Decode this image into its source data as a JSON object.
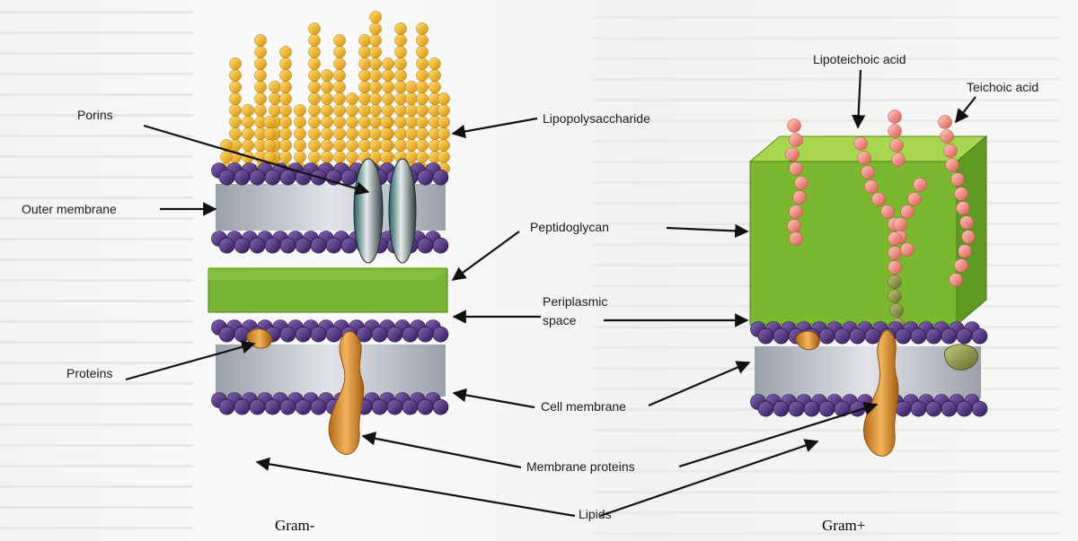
{
  "labels": {
    "porins": "Porins",
    "outer_membrane": "Outer membrane",
    "lipopolysaccharide": "Lipopolysaccharide",
    "peptidoglycan": "Peptidoglycan",
    "periplasmic_line1": "Periplasmic",
    "periplasmic_line2": "space",
    "proteins": "Proteins",
    "cell_membrane": "Cell membrane",
    "membrane_proteins": "Membrane proteins",
    "lipids": "Lipids",
    "lipoteichoic_acid": "Lipoteichoic acid",
    "teichoic_acid": "Teichoic acid"
  },
  "captions": {
    "gram_negative": "Gram-",
    "gram_positive": "Gram+"
  },
  "colors": {
    "lipid_head": "#4a2d7a",
    "lipid_tail": "#b9bcc4",
    "peptidoglycan": "#7cb82f",
    "lps_bead": "#f2b21a",
    "protein": "#d08a2e",
    "teichoic_bead": "#f08f84",
    "lipoteichoic_anchor": "#8a8a3a"
  }
}
